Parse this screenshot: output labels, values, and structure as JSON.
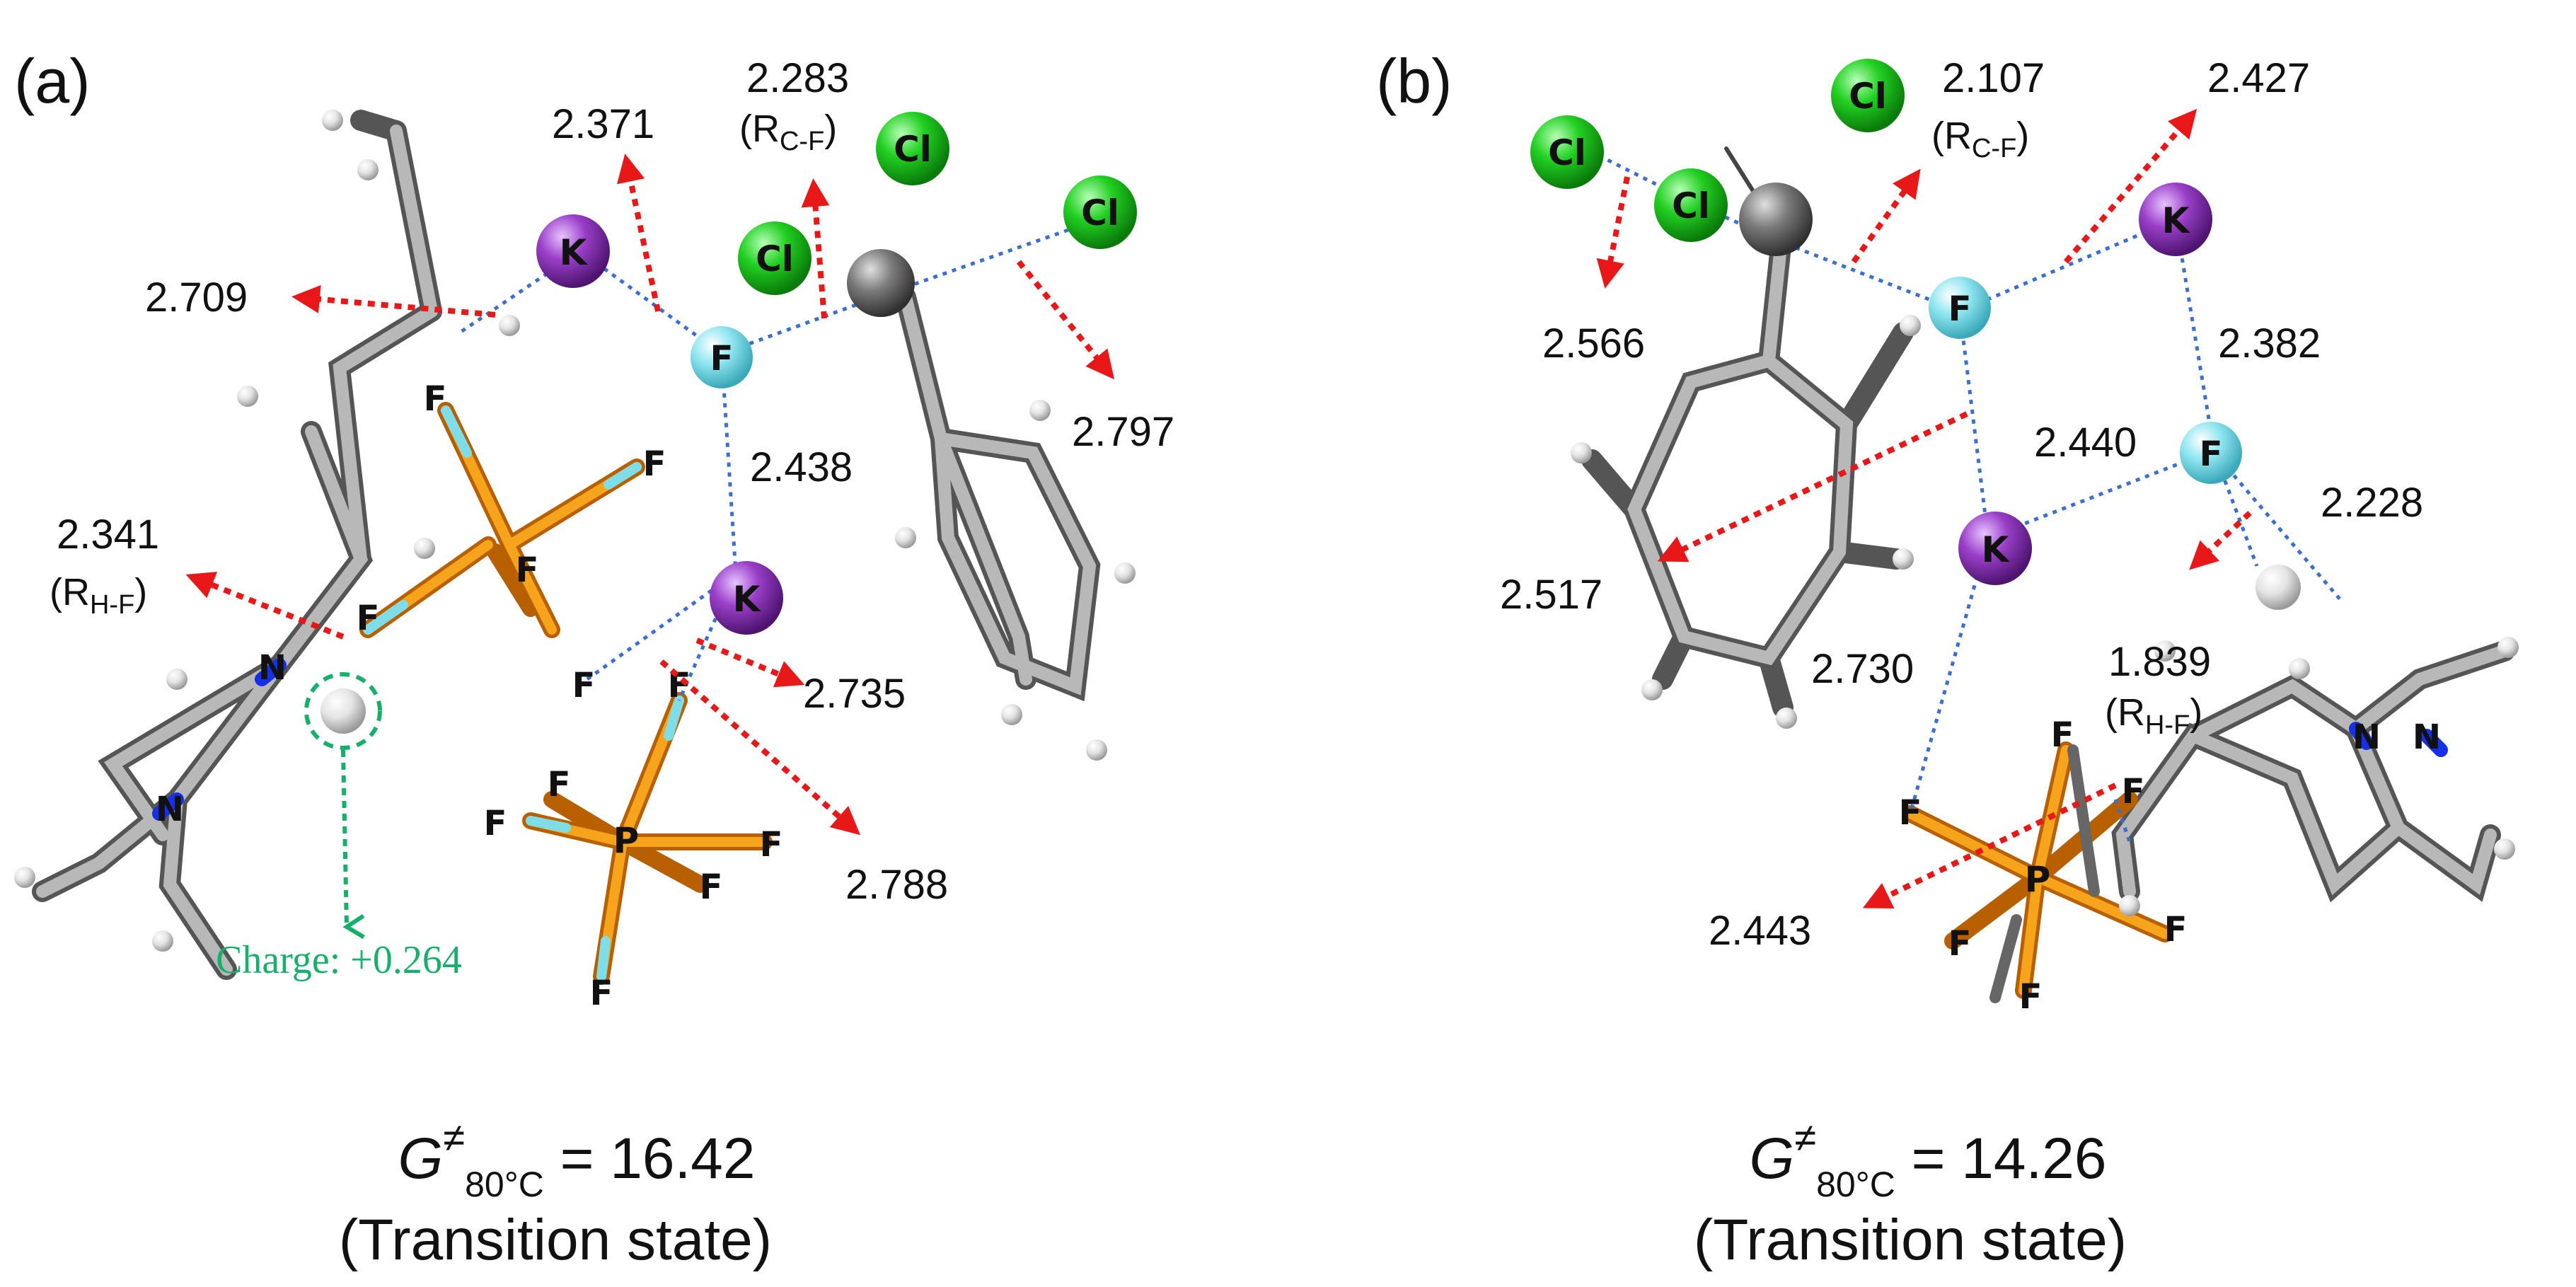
{
  "panels": [
    {
      "id": "a",
      "label": "(a)",
      "distances": [
        "2.283",
        "2.371",
        "2.709",
        "2.797",
        "2.438",
        "2.341",
        "2.735",
        "2.788"
      ],
      "notes": {
        "rcf": "(R",
        "rcf_sub": "C-F",
        "rhf": "(R",
        "rhf_sub": "H-F",
        "close": ")"
      },
      "charge": "Charge: +0.264",
      "energy": {
        "symbol": "G",
        "sup": "≠",
        "sub": "80°C",
        "value": " = 16.42"
      },
      "state": "(Transition state)"
    },
    {
      "id": "b",
      "label": "(b)",
      "distances": [
        "2.107",
        "2.427",
        "2.566",
        "2.382",
        "2.440",
        "2.228",
        "2.517",
        "2.730",
        "1.839",
        "2.443"
      ],
      "notes": {
        "rcf": "(R",
        "rcf_sub": "C-F",
        "rhf": "(R",
        "rhf_sub": "H-F",
        "close": ")"
      },
      "energy": {
        "symbol": "G",
        "sup": "≠",
        "sub": "80°C",
        "value": " = 14.26"
      },
      "state": "(Transition state)"
    }
  ],
  "atoms": {
    "cl": "Cl",
    "k": "K",
    "f": "F",
    "n": "N",
    "p": "P"
  },
  "colors": {
    "cl": "#1fc81f",
    "k": "#9b3fc4",
    "f": "#7fdde8",
    "c": "#7a7a7a",
    "h": "#e6e6e6",
    "n": "#1530e6",
    "p": "#f0960a",
    "arrow": "#e81818",
    "dotted": "#3a6fd0",
    "charge": "#17b06a"
  }
}
